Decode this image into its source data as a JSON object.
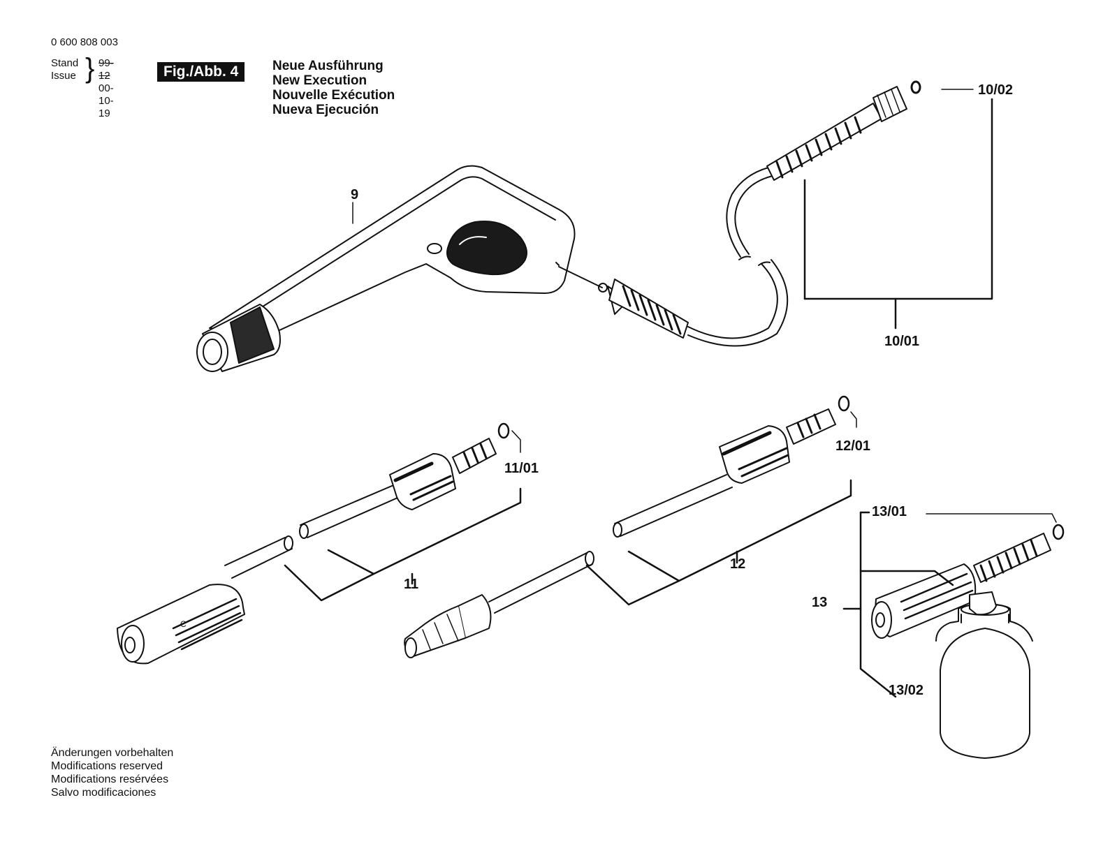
{
  "header": {
    "doc_number": "0 600 808 003",
    "stand_label": "Stand",
    "issue_label": "Issue",
    "stand_date_old": "99-12",
    "issue_date": "00-10-19",
    "figure_badge": "Fig./Abb. 4",
    "execution_lines": [
      "Neue Ausführung",
      "New Execution",
      "Nouvelle Exécution",
      "Nueva Ejecución"
    ]
  },
  "parts": {
    "p9": "9",
    "p10_01": "10/01",
    "p10_02": "10/02",
    "p11": "11",
    "p11_01": "11/01",
    "p12": "12",
    "p12_01": "12/01",
    "p13": "13",
    "p13_01": "13/01",
    "p13_02": "13/02"
  },
  "footer": {
    "lines": [
      "Änderungen vorbehalten",
      "Modifications reserved",
      "Modifications resérvées",
      "Salvo modificaciones"
    ]
  }
}
